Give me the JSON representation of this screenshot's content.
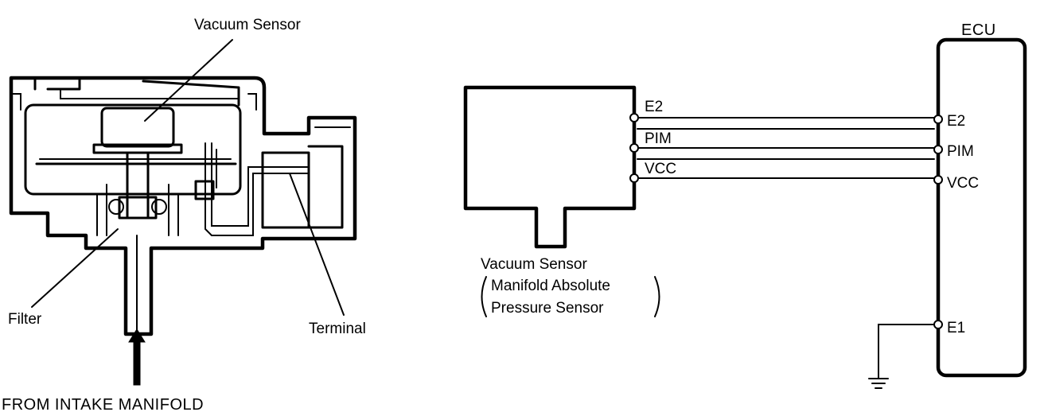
{
  "sensor_cutaway": {
    "title": "Vacuum Sensor",
    "filter_label": "Filter",
    "terminal_label": "Terminal",
    "inlet_label": "FROM INTAKE MANIFOLD"
  },
  "wiring": {
    "ecu_label": "ECU",
    "sensor_pins": [
      "E2",
      "PIM",
      "VCC"
    ],
    "ecu_pins": [
      "E2",
      "PIM",
      "VCC",
      "E1"
    ],
    "sensor_caption": {
      "line1": "Vacuum Sensor",
      "line2": "Manifold Absolute",
      "line3": "Pressure Sensor"
    },
    "ground_symbol": "ground-icon"
  }
}
